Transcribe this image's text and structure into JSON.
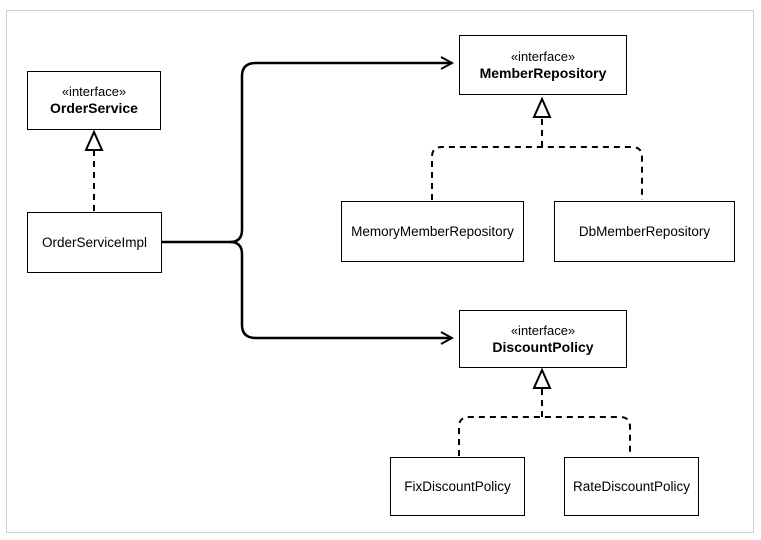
{
  "diagram": {
    "stereotype": "«interface»",
    "interfaces": {
      "order_service": "OrderService",
      "member_repository": "MemberRepository",
      "discount_policy": "DiscountPolicy"
    },
    "classes": {
      "order_service_impl": "OrderServiceImpl",
      "memory_member_repository": "MemoryMemberRepository",
      "db_member_repository": "DbMemberRepository",
      "fix_discount_policy": "FixDiscountPolicy",
      "rate_discount_policy": "RateDiscountPolicy"
    },
    "relations": [
      {
        "from": "OrderServiceImpl",
        "to": "OrderService",
        "type": "realization"
      },
      {
        "from": "OrderServiceImpl",
        "to": "MemberRepository",
        "type": "association"
      },
      {
        "from": "OrderServiceImpl",
        "to": "DiscountPolicy",
        "type": "association"
      },
      {
        "from": "MemoryMemberRepository",
        "to": "MemberRepository",
        "type": "realization"
      },
      {
        "from": "DbMemberRepository",
        "to": "MemberRepository",
        "type": "realization"
      },
      {
        "from": "FixDiscountPolicy",
        "to": "DiscountPolicy",
        "type": "realization"
      },
      {
        "from": "RateDiscountPolicy",
        "to": "DiscountPolicy",
        "type": "realization"
      }
    ],
    "colors": {
      "line": "#000000",
      "box_fill": "#ffffff",
      "frame": "#cfcfcf"
    }
  }
}
